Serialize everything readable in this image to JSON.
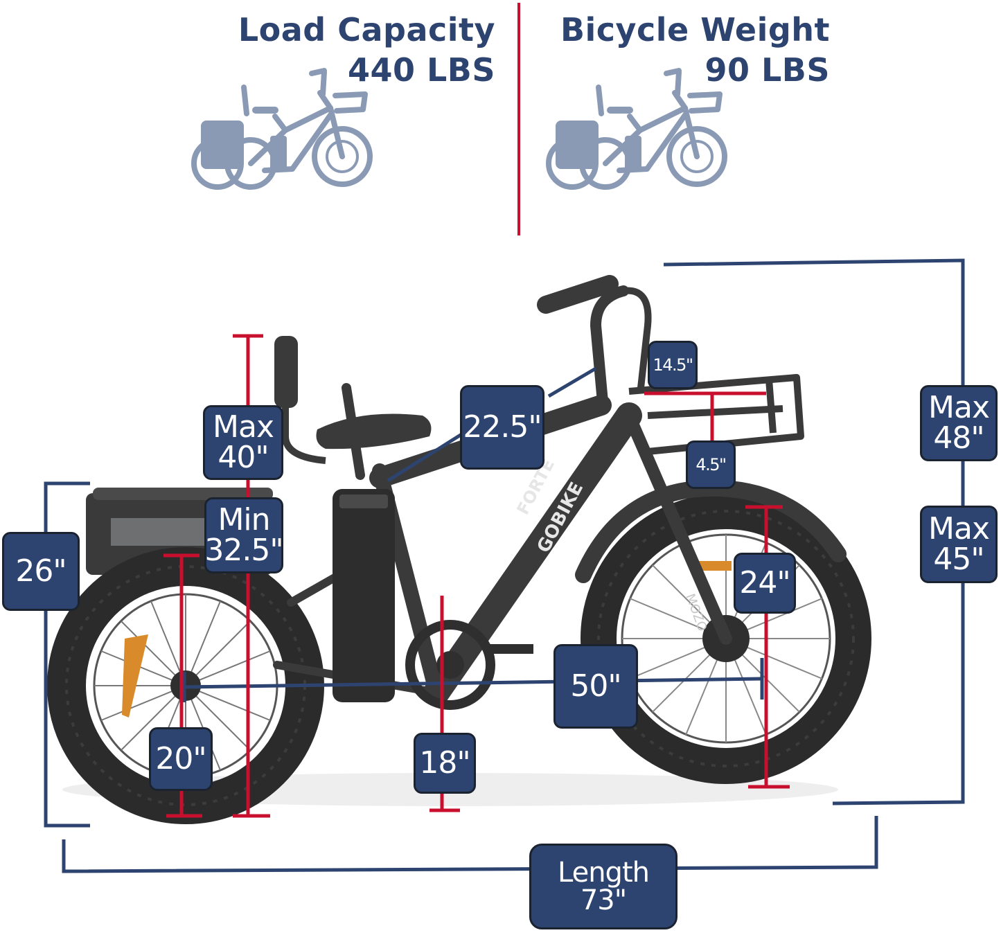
{
  "header": {
    "load_capacity": {
      "title": "Load Capacity",
      "value": "440 LBS"
    },
    "bicycle_weight": {
      "title": "Bicycle Weight",
      "value": "90 LBS"
    }
  },
  "bike": {
    "frame_text": "FORTE",
    "brand_text": "GOBIKE",
    "fork_text": "MOZO"
  },
  "dimensions": {
    "seat_max": [
      "Max",
      "40\""
    ],
    "seat_min": [
      "Min",
      "32.5\""
    ],
    "frame_diagonal": "22.5\"",
    "basket_width": "14.5\"",
    "basket_depth": "4.5\"",
    "handlebar_max_high": [
      "Max",
      "48\""
    ],
    "handlebar_max_low": [
      "Max",
      "45\""
    ],
    "rear_height": "26\"",
    "front_wheel": "24\"",
    "wheelbase": "50\"",
    "rear_wheel": "20\"",
    "standover": "18\"",
    "length": [
      "Length",
      "73\""
    ]
  },
  "colors": {
    "navy": "#2e4470",
    "red": "#c8102e",
    "silhouette": "#8a9ab5",
    "bike": "#333333"
  }
}
